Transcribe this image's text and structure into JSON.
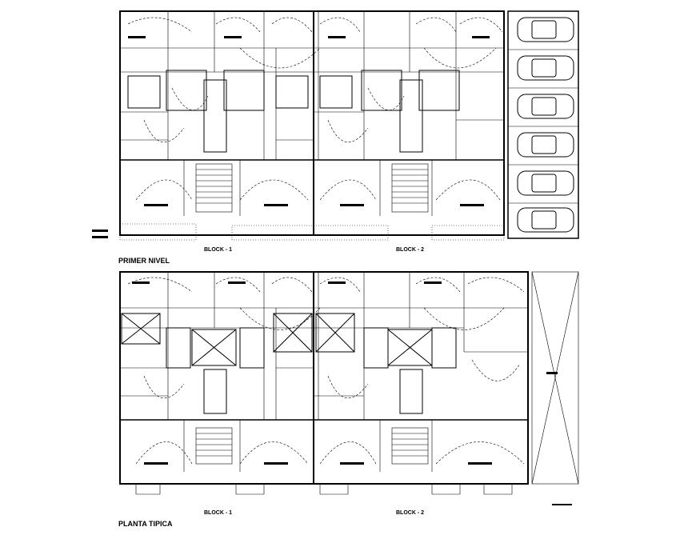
{
  "labels": {
    "floor1_title": "PRIMER NIVEL",
    "floor2_title": "PLANTA TIPICA",
    "block1": "BLOCK - 1",
    "block2": "BLOCK - 2"
  },
  "colors": {
    "lines": "#000000",
    "background": "#ffffff"
  }
}
